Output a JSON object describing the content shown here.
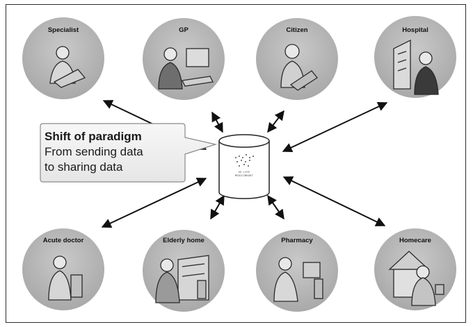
{
  "nodes": [
    {
      "id": "specialist",
      "label": "Specialist",
      "icon": "person-with-laptop-icon"
    },
    {
      "id": "gp",
      "label": "GP",
      "icon": "person-at-computer-icon"
    },
    {
      "id": "citizen",
      "label": "Citizen",
      "icon": "person-with-laptop-icon"
    },
    {
      "id": "hospital",
      "label": "Hospital",
      "icon": "hospital-building-with-person-icon"
    },
    {
      "id": "acute_doctor",
      "label": "Acute doctor",
      "icon": "doctor-with-computer-icon"
    },
    {
      "id": "elderly_home",
      "label": "Elderly home",
      "icon": "nurse-with-building-icon"
    },
    {
      "id": "pharmacy",
      "label": "Pharmacy",
      "icon": "person-at-computer-icon"
    },
    {
      "id": "homecare",
      "label": "Homecare",
      "icon": "house-with-person-icon"
    }
  ],
  "callout": {
    "title": "Shift of paradigm",
    "line1": "From sending data",
    "line2": "to sharing data"
  },
  "database": {
    "icon": "database-cylinder-icon",
    "caption_line1": "SE LIFE",
    "caption_line2": "MEDICINKORT"
  },
  "colors": {
    "circle_fill": "#b4b4b4",
    "arrow": "#111111",
    "callout_fill": "#f1f1f1"
  }
}
